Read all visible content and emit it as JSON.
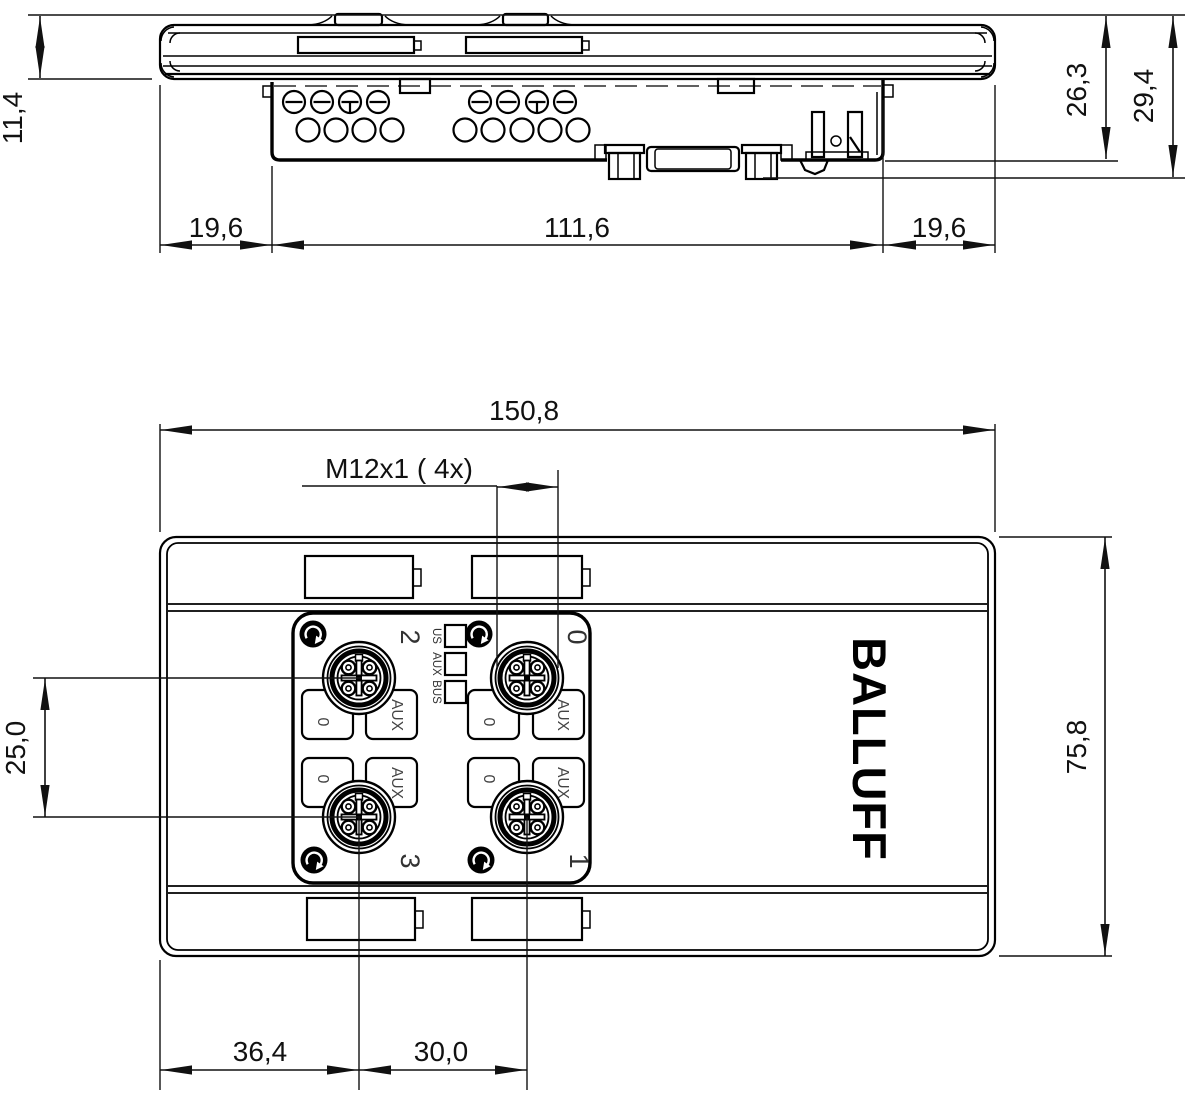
{
  "drawing": {
    "brand_logo": "BALLUFF",
    "side_view": {
      "dim_cover_height": "11,4",
      "dim_left_overhang": "19,6",
      "dim_body_length": "111,6",
      "dim_right_overhang": "19,6",
      "dim_depth_to_housing": "26,3",
      "dim_depth_total": "29,4"
    },
    "top_view": {
      "dim_total_width": "150,8",
      "connector_thread_label": "M12x1 ( 4x)",
      "dim_port_row_spacing": "25,0",
      "dim_total_height": "75,8",
      "dim_port_left_offset": "36,4",
      "dim_port_column_spacing": "30,0",
      "status_leds": [
        {
          "label": "US"
        },
        {
          "label": "AUX"
        },
        {
          "label": "BUS"
        }
      ],
      "ports": [
        {
          "number": "2"
        },
        {
          "number": "0"
        },
        {
          "number": "3"
        },
        {
          "number": "1"
        }
      ],
      "port_channel_label": "0",
      "port_aux_label": "AUX"
    }
  }
}
